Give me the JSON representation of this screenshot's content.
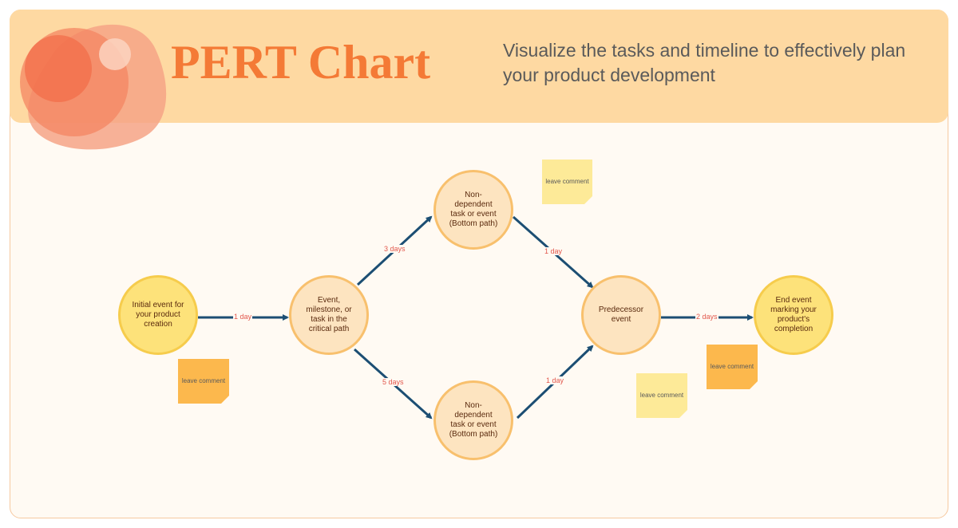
{
  "header": {
    "title": "PERT Chart",
    "subtitle": "Visualize the tasks and timeline to effectively plan your product development"
  },
  "nodes": {
    "start": "Initial event for your product creation",
    "critical": "Event, milestone, or task in the critical path",
    "top": "Non-dependent task or event (Bottom path)",
    "bottom": "Non-dependent task or event (Bottom path)",
    "predecessor": "Predecessor event",
    "end": "End event marking your product's completion"
  },
  "edges": {
    "start_critical": "1 day",
    "critical_top": "3 days",
    "critical_bottom": "5 days",
    "top_predecessor": "1 day",
    "bottom_predecessor": "1 day",
    "predecessor_end": "2 days"
  },
  "notes": {
    "note1": "leave comment",
    "note2": "leave comment",
    "note3": "leave comment",
    "note4": "leave comment"
  },
  "colors": {
    "accent": "#f47a36",
    "banner": "#fed9a2",
    "arrow": "#1c4e73",
    "edge_label": "#e2574c",
    "node_fill": "#fde4c0",
    "node_stroke": "#f8c06d",
    "end_fill": "#fde27a"
  }
}
